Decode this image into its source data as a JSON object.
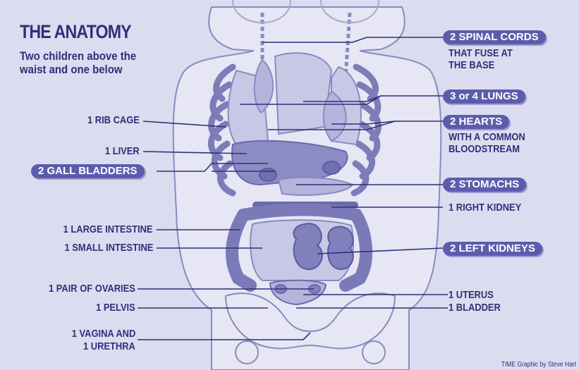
{
  "title": "THE ANATOMY",
  "subtitle": "Two children above the waist and one below",
  "colors": {
    "background": "#dcdcf0",
    "ink": "#2f2f7a",
    "pill": "#5c5cad",
    "organ": "#9090c4",
    "intestine": "#8080bc"
  },
  "left_labels": {
    "rib_cage": "1 RIB CAGE",
    "liver": "1 LIVER",
    "gall_bladders": "2 GALL BLADDERS",
    "large_intestine": "1 LARGE INTESTINE",
    "small_intestine": "1 SMALL INTESTINE",
    "ovaries": "1 PAIR OF OVARIES",
    "pelvis": "1 PELVIS",
    "vagina_line1": "1 VAGINA AND",
    "vagina_line2": "1 URETHRA"
  },
  "right_labels": {
    "spinal_cords": "2 SPINAL CORDS",
    "spinal_cords_sub1": "THAT FUSE AT",
    "spinal_cords_sub2": "THE BASE",
    "lungs": "3 or 4 LUNGS",
    "hearts": "2 HEARTS",
    "hearts_sub1": "WITH A COMMON",
    "hearts_sub2": "BLOODSTREAM",
    "stomachs": "2 STOMACHS",
    "right_kidney": "1 RIGHT KIDNEY",
    "left_kidneys": "2 LEFT KIDNEYS",
    "uterus": "1 UTERUS",
    "bladder": "1 BLADDER"
  },
  "credit": "TIME Graphic by Steve Hart"
}
